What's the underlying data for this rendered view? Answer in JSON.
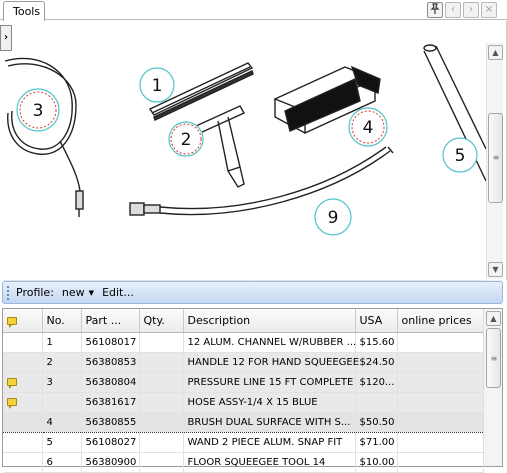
{
  "tab": {
    "label": "Tools"
  },
  "window_buttons": {
    "pin": "pin-icon",
    "prev": "‹",
    "next": "›",
    "close": "×"
  },
  "drawing": {
    "callouts": [
      "1",
      "2",
      "3",
      "4",
      "5",
      "9"
    ],
    "colors": {
      "callout_ring": "#4fc3c8",
      "highlight_ring": "#e03030"
    }
  },
  "toolbar": {
    "profile_label": "Profile:",
    "profile_value": "new",
    "edit_label": "Edit..."
  },
  "grid": {
    "columns": [
      "",
      "No.",
      "Part ...",
      "Qty.",
      "Description",
      "USA",
      "online prices"
    ],
    "rows": [
      {
        "note": false,
        "no": "1",
        "part": "56108017",
        "qty": "",
        "description": "12 ALUM. CHANNEL W/RUBBER ...",
        "usa": "$15.60",
        "online": ""
      },
      {
        "note": false,
        "no": "2",
        "part": "56380853",
        "qty": "",
        "description": "HANDLE 12 FOR HAND SQUEEGEE",
        "usa": "$24.50",
        "online": ""
      },
      {
        "note": true,
        "no": "3",
        "part": "56380804",
        "qty": "",
        "description": "PRESSURE LINE 15 FT COMPLETE",
        "usa": "$120...",
        "online": ""
      },
      {
        "note": true,
        "no": "",
        "part": "56381617",
        "qty": "",
        "description": "HOSE ASSY-1/4 X 15 BLUE",
        "usa": "",
        "online": ""
      },
      {
        "note": false,
        "no": "4",
        "part": "56380855",
        "qty": "",
        "description": "BRUSH DUAL SURFACE WITH S...",
        "usa": "$50.50",
        "online": ""
      },
      {
        "note": false,
        "no": "5",
        "part": "56108027",
        "qty": "",
        "description": "WAND 2 PIECE ALUM. SNAP FIT",
        "usa": "$71.00",
        "online": ""
      },
      {
        "note": false,
        "no": "6",
        "part": "56380900",
        "qty": "",
        "description": "FLOOR SQUEEGEE TOOL 14",
        "usa": "$10.00",
        "online": ""
      }
    ]
  }
}
